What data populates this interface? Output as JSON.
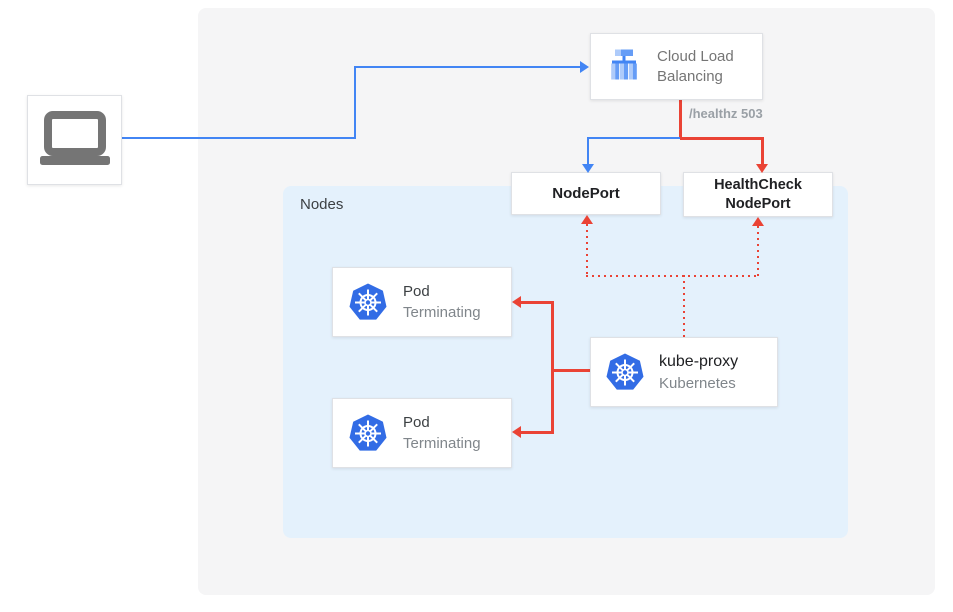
{
  "diagram": {
    "nodes_label": "Nodes",
    "healthz_label": "/healthz 503",
    "client": {
      "icon": "laptop-icon"
    },
    "clb": {
      "line1": "Cloud Load",
      "line2": "Balancing",
      "icon": "cloud-load-balancing-icon"
    },
    "nodeport": {
      "label": "NodePort"
    },
    "healthcheck": {
      "line1": "HealthCheck",
      "line2": "NodePort"
    },
    "pod1": {
      "title": "Pod",
      "status": "Terminating",
      "icon": "kubernetes-icon"
    },
    "pod2": {
      "title": "Pod",
      "status": "Terminating",
      "icon": "kubernetes-icon"
    },
    "kube_proxy": {
      "title": "kube-proxy",
      "subtitle": "Kubernetes",
      "icon": "kubernetes-icon"
    },
    "colors": {
      "traffic_blue": "#4285f4",
      "error_red": "#ea4335",
      "panel_bg": "#f5f5f6",
      "nodes_bg": "#e4f1fc",
      "kubernetes_blue": "#326ce5",
      "clb_icon_light": "#aecbfa",
      "clb_icon_medium": "#669df6",
      "muted_text": "#757575",
      "healthz_text": "#9aa0a6"
    }
  }
}
